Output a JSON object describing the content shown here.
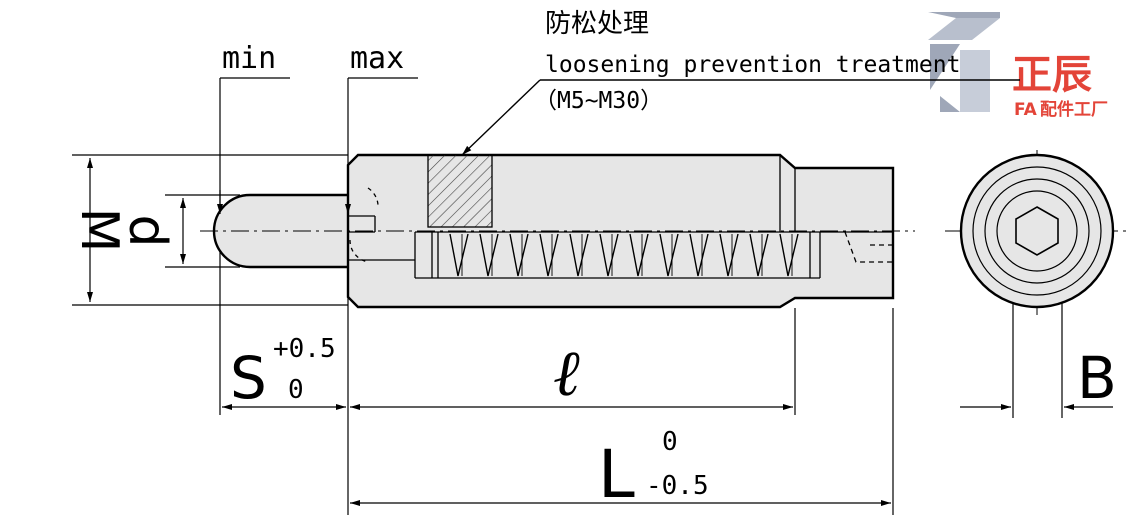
{
  "note": {
    "title_cn": "防松处理",
    "title_en": "loosening prevention treatment",
    "range": "（M5~M30）"
  },
  "labels": {
    "min": "min",
    "max": "max",
    "M": "M",
    "d": "d",
    "S": "S",
    "S_tol_upper": "+0.5",
    "S_tol_lower": "0",
    "ell": "ℓ",
    "L": "L",
    "L_tol_upper": "0",
    "L_tol_lower": "-0.5",
    "B": "B"
  },
  "logo": {
    "brand_cn": "正辰",
    "fa": "FA",
    "sub_cn": "配件工厂",
    "colors": {
      "red": "#e23a2e",
      "gray": "#9aa3b5"
    }
  },
  "colors": {
    "line": "#000000",
    "body_fill": "#e6e6e6",
    "hatch": "#444444"
  }
}
